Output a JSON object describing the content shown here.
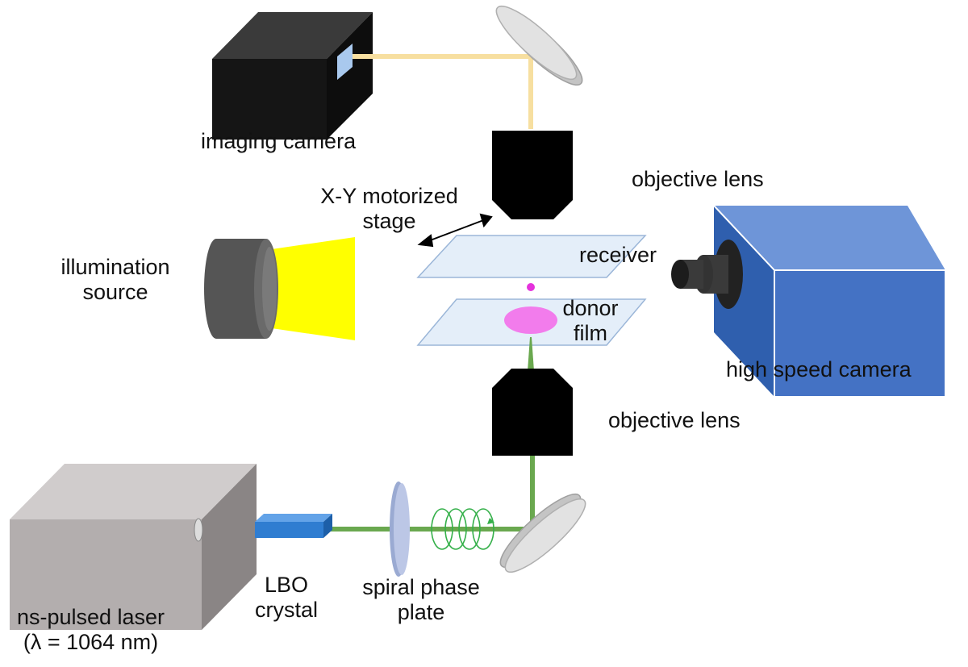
{
  "labels": {
    "imaging_camera": "imaging camera",
    "objective_lens_top": "objective lens",
    "xy_stage_line1": "X-Y motorized",
    "xy_stage_line2": "stage",
    "illumination_line1": "illumination",
    "illumination_line2": "source",
    "receiver": "receiver",
    "donor_line1": "donor",
    "donor_line2": "film",
    "high_speed_camera": "high speed camera",
    "objective_lens_bottom": "objective lens",
    "laser_line1": "ns-pulsed laser",
    "laser_line2": "(λ = 1064 nm)",
    "lbo_line1": "LBO",
    "lbo_line2": "crystal",
    "spiral_line1": "spiral phase",
    "spiral_line2": "plate"
  },
  "colors": {
    "imaging_beam": "#f7dfa0",
    "laser_green": "#6aa84f",
    "laser_red": "#c0141c",
    "donor_spot": "#f27cec",
    "glass_slide": "#e4eef9",
    "slide_edge": "#9bb6d8",
    "lbo_crystal": "#2f7dd1",
    "illumination_cone": "#ffff00",
    "hs_camera": "#4472c4"
  }
}
